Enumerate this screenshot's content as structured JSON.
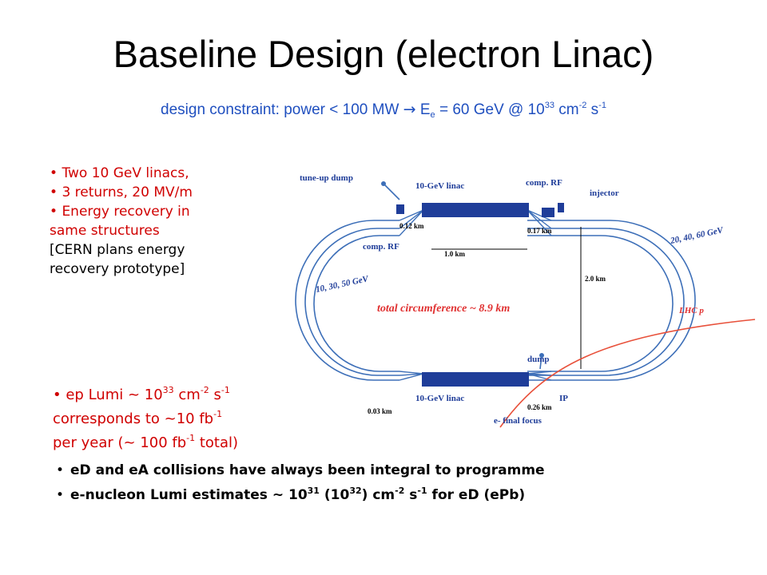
{
  "slide": {
    "title": "Baseline Design (electron Linac)",
    "subtitle": {
      "prefix": "design constraint: power < 100 MW",
      "arrow": "→",
      "e": "E",
      "e_sub": "e",
      "mid": " = 60 GeV @ 10",
      "exp1": "33",
      "cm": " cm",
      "exp2": "-2",
      "s": " s",
      "exp3": "-1"
    }
  },
  "left_list": {
    "bullet": "•",
    "items": [
      "Two 10 GeV linacs,",
      "3 returns, 20 MV/m",
      "Energy recovery in"
    ],
    "continuation": "same structures",
    "note_line1": "[CERN plans energy",
    "note_line2": "recovery prototype]"
  },
  "lumi": {
    "bullet": "•",
    "l1_text": "ep Lumi ~ 10",
    "l1_exp1": "33",
    "l1_cm": " cm",
    "l1_exp2": "-2",
    "l1_s": " s",
    "l1_exp3": "-1",
    "l2_text": "corresponds to ~10 fb",
    "l2_exp": "-1",
    "l3_text": "per year (~ 100 fb",
    "l3_exp": "-1",
    "l3_end": " total)"
  },
  "bottom_list": {
    "bullet": "•",
    "item1": "eD and eA collisions have always been integral to programme",
    "i2_a": "e-nucleon Lumi estimates ~ 10",
    "i2_e1": "31",
    "i2_b": " (10",
    "i2_e2": "32",
    "i2_c": ") cm",
    "i2_e3": "-2",
    "i2_d": " s",
    "i2_e4": "-1",
    "i2_e": " for eD (ePb)"
  },
  "diagram": {
    "labels": {
      "tune_up_dump": "tune-up dump",
      "linac_top": "10-GeV linac",
      "comp_rf_top": "comp. RF",
      "injector": "injector",
      "dist_012": "0.12 km",
      "dist_017": "0.17 km",
      "comp_rf_left": "comp. RF",
      "dist_10": "1.0 km",
      "energies_right": "20, 40, 60 GeV",
      "dist_20": "2.0 km",
      "energies_left": "10, 30, 50 GeV",
      "total_circ": "total circumference ~ 8.9 km",
      "lhc_p": "LHC p",
      "dump": "dump",
      "linac_bottom": "10-GeV linac",
      "ip": "IP",
      "dist_003": "0.03 km",
      "dist_026": "0.26 km",
      "final_focus": "e- final focus"
    },
    "colors": {
      "track": "#3d6fb8",
      "linac": "#1f3d99",
      "red_text": "#e03030",
      "proton": "#e8503a",
      "subtitle": "#1f4fbf"
    }
  }
}
